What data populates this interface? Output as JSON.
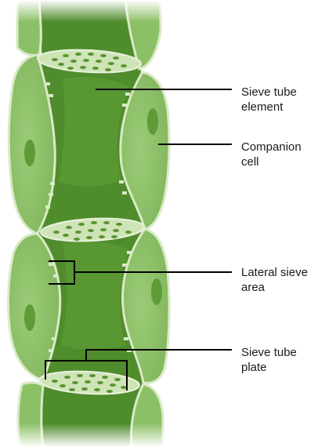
{
  "labels": {
    "sieve_tube_element": [
      "Sieve tube",
      "element"
    ],
    "companion_cell": [
      "Companion",
      "cell"
    ],
    "lateral_sieve_area": [
      "Lateral sieve",
      "area"
    ],
    "sieve_tube_plate": [
      "Sieve tube",
      "plate"
    ]
  },
  "colors": {
    "sieve_tube": "#4f8c2c",
    "sieve_tube_light": "#66a33c",
    "companion_cell": "#8cc066",
    "companion_cell_light": "#a5d080",
    "nucleus": "#5e9a36",
    "cell_wall": "#d9eac6",
    "plate": "#cfe4b6",
    "pore": "#5a9432",
    "leader_line": "#000000"
  }
}
